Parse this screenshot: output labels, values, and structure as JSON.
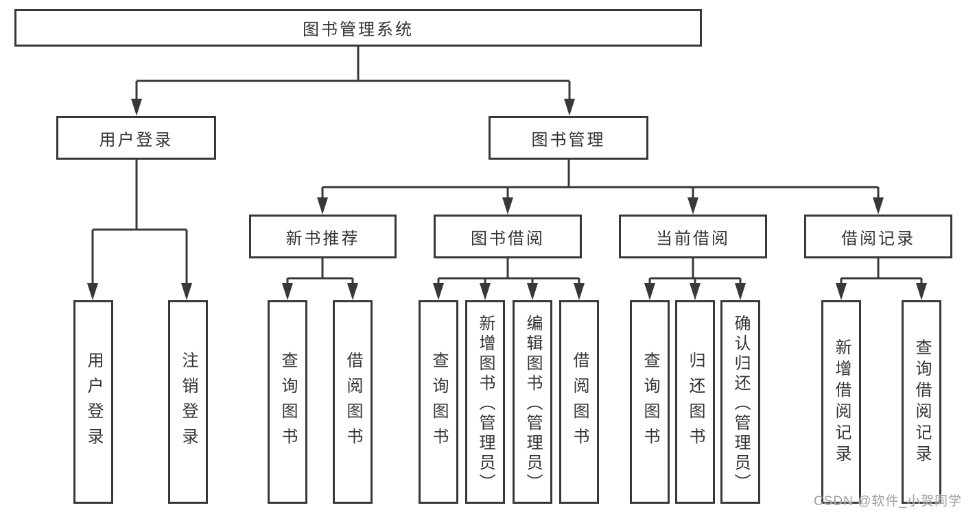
{
  "diagram": {
    "root": {
      "label": "图书管理系统",
      "children": {
        "user_login": {
          "label": "用户登录",
          "children": {
            "login": {
              "label": "用户登录"
            },
            "logout": {
              "label": "注销登录"
            }
          }
        },
        "book_management": {
          "label": "图书管理",
          "children": {
            "new_book_recommend": {
              "label": "新书推荐",
              "children": {
                "query_books": {
                  "label": "查询图书"
                },
                "borrow_books": {
                  "label": "借阅图书"
                }
              }
            },
            "book_borrow": {
              "label": "图书借阅",
              "children": {
                "query_books": {
                  "label": "查询图书"
                },
                "add_books": {
                  "label": "新增图书（管理员）"
                },
                "edit_books": {
                  "label": "编辑图书（管理员）"
                },
                "borrow_books": {
                  "label": "借阅图书"
                }
              }
            },
            "current_borrow": {
              "label": "当前借阅",
              "children": {
                "query_books": {
                  "label": "查询图书"
                },
                "return_books": {
                  "label": "归还图书"
                },
                "confirm_return": {
                  "label": "确认归还（管理员）"
                }
              }
            },
            "borrow_records": {
              "label": "借阅记录",
              "children": {
                "add_borrow_record": {
                  "label": "新增借阅记录"
                },
                "query_borrow_record": {
                  "label": "查询借阅记录"
                }
              }
            }
          }
        }
      }
    },
    "watermark": "CSDN @软件_小贺同学",
    "colors": {
      "line": "#383838",
      "text": "#333333",
      "watermark": "#9e9e9e",
      "background": "#ffffff"
    }
  }
}
